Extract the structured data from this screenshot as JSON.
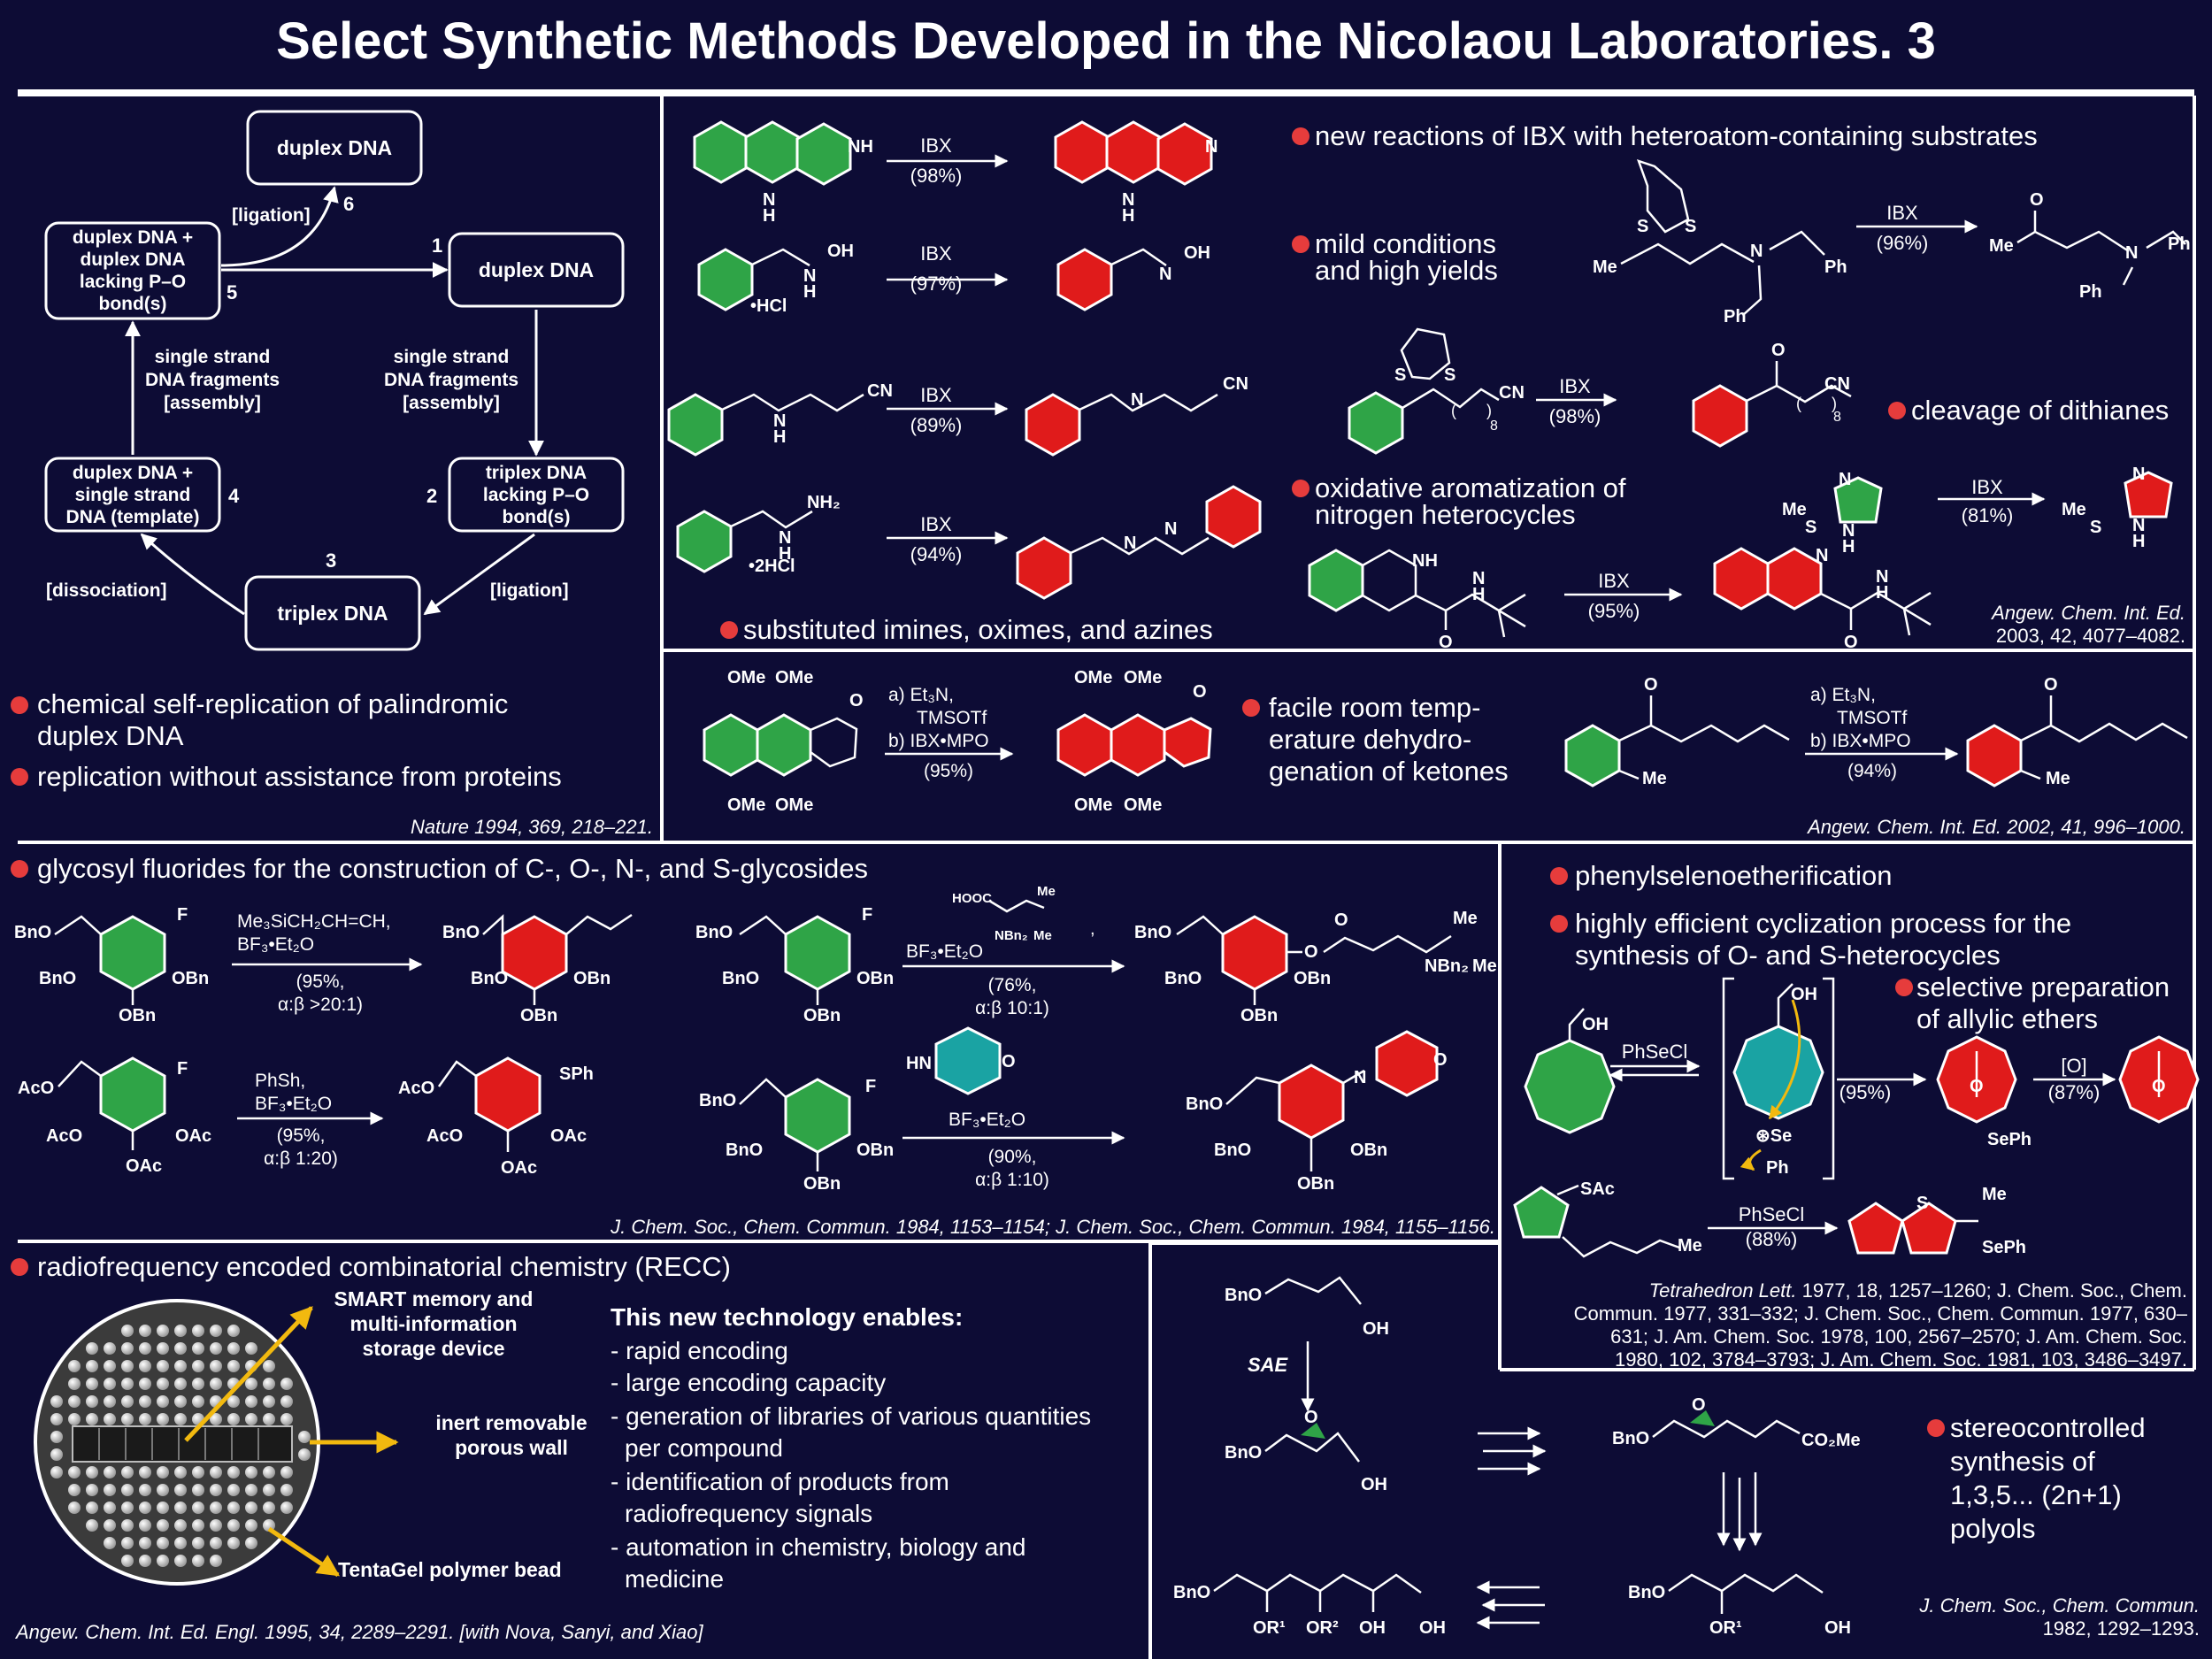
{
  "title": "Select Synthetic Methods Developed in the Nicolaou Laboratories. 3",
  "colors": {
    "background": "#0d0c35",
    "reactant": "#2fa447",
    "product": "#e01b1b",
    "bullet": "#e63c3c",
    "arrow_yellow": "#f2b90f",
    "teal": "#1aa3a3"
  },
  "dna": {
    "boxes": [
      "duplex DNA",
      "duplex DNA + duplex DNA lacking P–O bond(s)",
      "duplex DNA",
      "triplex DNA lacking P–O bond(s)",
      "triplex DNA",
      "duplex DNA + single strand DNA (template)"
    ],
    "steps": [
      "1",
      "2",
      "3",
      "4",
      "5",
      "6"
    ],
    "labels": {
      "ligation_top": "[ligation]",
      "ssf_left": "single strand DNA fragments [assembly]",
      "ssf_right": "single strand DNA fragments [assembly]",
      "dissociation": "[dissociation]",
      "ligation_bottom": "[ligation]"
    },
    "bullets": [
      "chemical self-replication of palindromic duplex DNA",
      "replication without assistance from proteins"
    ],
    "reference": "Nature 1994, 369, 218–221."
  },
  "ibx": {
    "bullets": [
      "new reactions of IBX with heteroatom-containing substrates",
      "mild conditions and high yields",
      "cleavage of dithianes",
      "oxidative aromatization of nitrogen heterocycles",
      "substituted imines, oximes, and azines"
    ],
    "reagent": "IBX",
    "yields": [
      "(98%)",
      "(97%)",
      "(89%)",
      "(94%)",
      "(96%)",
      "(98%)",
      "(81%)",
      "(95%)"
    ],
    "reference": "Angew. Chem. Int. Ed. 2003, 42, 4077–4082."
  },
  "dehydro": {
    "bullet": "facile room temperature dehydrogenation of ketones",
    "conditions": [
      "a) Et3N, TMSOTf",
      "b) IBX•MPO"
    ],
    "yields": [
      "(95%)",
      "(94%)"
    ],
    "reference": "Angew. Chem. Int. Ed. 2002, 41, 996–1000."
  },
  "glycosyl": {
    "bullet": "glycosyl fluorides for the construction of C-, O-, N-, and S-glycosides",
    "conditions": [
      "Me3SiCH2CH=CH, BF3•Et2O",
      "BF3•Et2O",
      "PhSh, BF3•Et2O",
      "BF3•Et2O"
    ],
    "yields": [
      "(95%, α:β >20:1)",
      "(76%, α:β 10:1)",
      "(95%, α:β 1:20)",
      "(90%, α:β 1:10)"
    ],
    "reference": "J. Chem. Soc., Chem. Commun. 1984, 1153–1154; J. Chem. Soc., Chem. Commun. 1984, 1155–1156."
  },
  "selenium": {
    "bullets": [
      "phenylselenoetherification",
      "highly efficient cyclization process for the synthesis of O- and S-heterocycles",
      "selective preparation of allylic ethers"
    ],
    "reagents": [
      "PhSeCl",
      "[O]",
      "PhSeCl"
    ],
    "yields": [
      "(95%)",
      "(87%)",
      "(88%)"
    ],
    "reference": "Tetrahedron Lett. 1977, 18, 1257–1260; J. Chem. Soc., Chem. Commun. 1977, 331–332; J. Chem. Soc., Chem. Commun. 1977, 630–631; J. Am. Chem. Soc. 1978, 100, 2567–2570; J. Am. Chem. Soc. 1980, 102, 3784–3793; J. Am. Chem. Soc. 1981, 103, 3486–3497."
  },
  "recc": {
    "bullet": "radiofrequency encoded combinatorial chemistry (RECC)",
    "callouts": [
      "SMART memory and multi-information storage device",
      "inert removable porous wall",
      "TentaGel polymer bead"
    ],
    "heading": "This new technology enables:",
    "items": [
      "- rapid encoding",
      "- large encoding capacity",
      "- generation of libraries of various quantities per compound",
      "- identification of products from radiofrequency signals",
      "- automation in chemistry, biology and medicine"
    ],
    "reference": "Angew. Chem. Int. Ed. Engl. 1995, 34, 2289–2291. [with Nova, Sanyi, and Xiao]"
  },
  "polyol": {
    "bullet": "stereocontrolled synthesis of 1,3,5... (2n+1) polyols",
    "reagent": "SAE",
    "reference": "J. Chem. Soc., Chem. Commun. 1982, 1292–1293."
  }
}
